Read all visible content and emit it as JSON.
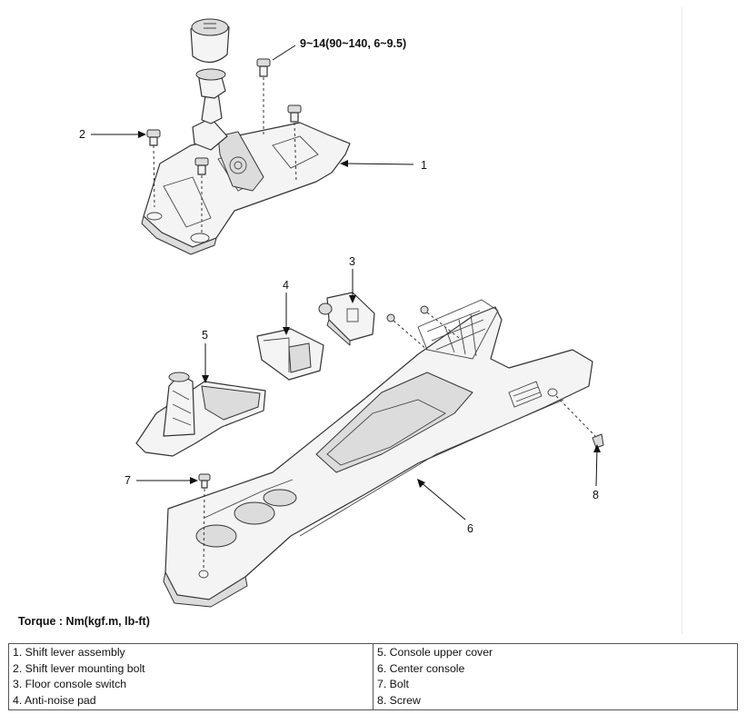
{
  "torque_spec": "9~14(90~140, 6~9.5)",
  "torque_label": "Torque : Nm(kgf.m, lb-ft)",
  "callouts": {
    "c1": "1",
    "c2": "2",
    "c3": "3",
    "c4": "4",
    "c5": "5",
    "c6": "6",
    "c7": "7",
    "c8": "8"
  },
  "legend": {
    "left": [
      "1. Shift lever assembly",
      "2. Shift lever mounting bolt",
      "3. Floor console switch",
      "4. Anti-noise pad"
    ],
    "right": [
      "5. Console upper cover",
      "6. Center console",
      "7. Bolt",
      "8. Screw"
    ]
  }
}
